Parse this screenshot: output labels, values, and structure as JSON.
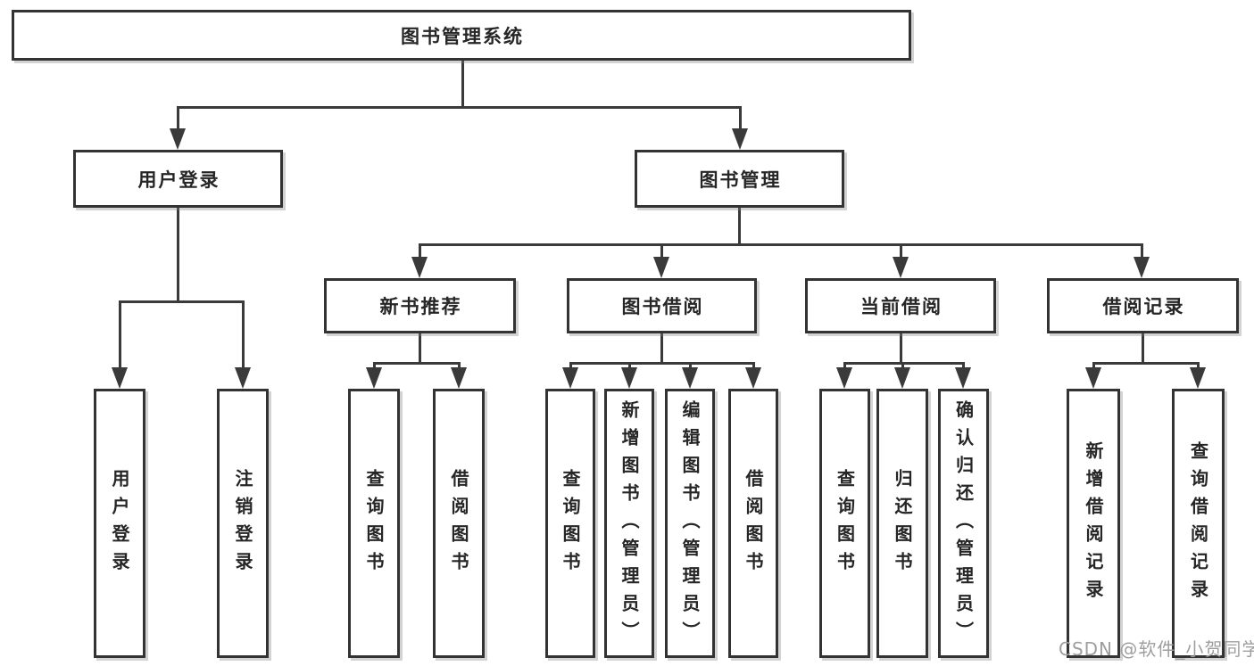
{
  "diagram": {
    "root": {
      "label": "图书管理系统"
    },
    "level1": [
      {
        "label": "用户登录"
      },
      {
        "label": "图书管理"
      }
    ],
    "level2": [
      {
        "label": "新书推荐"
      },
      {
        "label": "图书借阅"
      },
      {
        "label": "当前借阅"
      },
      {
        "label": "借阅记录"
      }
    ],
    "leaves": {
      "user_login": [
        "用户登录",
        "注销登录"
      ],
      "new_books": [
        "查询图书",
        "借阅图书"
      ],
      "book_borrow": [
        "查询图书",
        "新增图书（管理员）",
        "编辑图书（管理员）",
        "借阅图书"
      ],
      "current_borrow": [
        "查询图书",
        "归还图书",
        "确认归还（管理员）"
      ],
      "borrow_records": [
        "新增借阅记录",
        "查询借阅记录"
      ]
    }
  },
  "watermark": {
    "text": "CSDN @软件_小贺同学"
  },
  "colors": {
    "line": "#3a3a3a",
    "box_border": "#333333",
    "text": "#262626",
    "watermark": "#9e9e9e",
    "background": "#ffffff"
  }
}
